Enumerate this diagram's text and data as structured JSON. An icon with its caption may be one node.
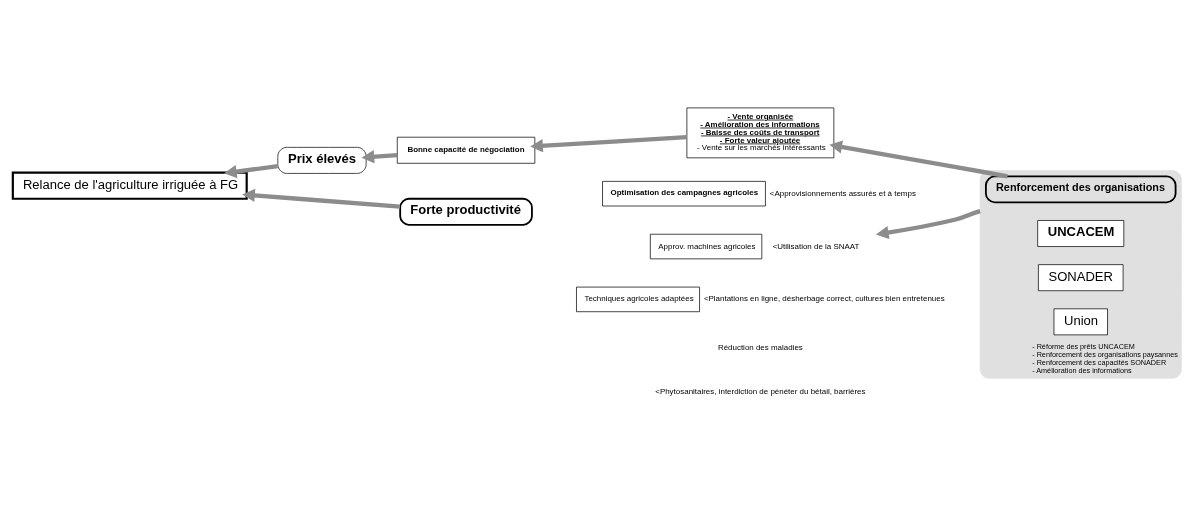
{
  "diagram": {
    "nodes": [
      {
        "text": [
          "Relance de l'agriculture irriguée à FG"
        ]
      },
      {
        "text": [
          "Prix élevés"
        ]
      },
      {
        "text": [
          "Bonne capacité de négociation"
        ]
      },
      {
        "text": [
          "- Vente organisée",
          "- Amélioration des informations",
          "- Baisse des coûts de transport",
          "- Forte valeur ajoutée",
          "- Vente sur les marchés intéressants"
        ]
      },
      {
        "text": [
          "- Réforme des prêts UNCACEM",
          "- Renforcement des organisations paysannes",
          "- Renforcement des capacités SONADER",
          "- Amélioration des informations"
        ]
      },
      {
        "text": [
          "Renforcement des organisations"
        ],
        "in": 4
      },
      {
        "text": [
          "UNCACEM"
        ],
        "in": 4
      },
      {
        "text": [
          "SONADER"
        ],
        "in": 4
      },
      {
        "text": [
          "Union"
        ],
        "in": 4
      },
      {
        "text": [
          "Forte productivité"
        ]
      },
      {
        "text": [
          "Optimisation des campagnes agricoles"
        ],
        "beside": [
          "<Approvisionnements assurés et à temps"
        ]
      },
      {
        "text": [
          "Approv. machines agricoles"
        ],
        "beside": [
          "<Utilisation de la SNAAT"
        ]
      },
      {
        "text": [
          "Techniques agricoles adaptées"
        ],
        "beside": [
          "<Plantations en ligne, désherbage correct, cultures bien entretenues"
        ]
      }
    ],
    "edges": [
      {
        "from": 5,
        "to": 3,
        "arrow": "to"
      },
      {
        "from": 3,
        "to": 2,
        "arrow": "to"
      },
      {
        "from": 2,
        "to": 1,
        "arrow": "to"
      },
      {
        "from": 1,
        "to": 0,
        "arrow": "to"
      },
      {
        "from": 4,
        "to": 11,
        "arrow": "to"
      },
      {
        "from": 9,
        "to": 0,
        "arrow": "to"
      }
    ],
    "labels": [
      "Réduction des maladies",
      "<Phytosanitaires, interdiction de pénéter du bétail, barrières"
    ]
  }
}
